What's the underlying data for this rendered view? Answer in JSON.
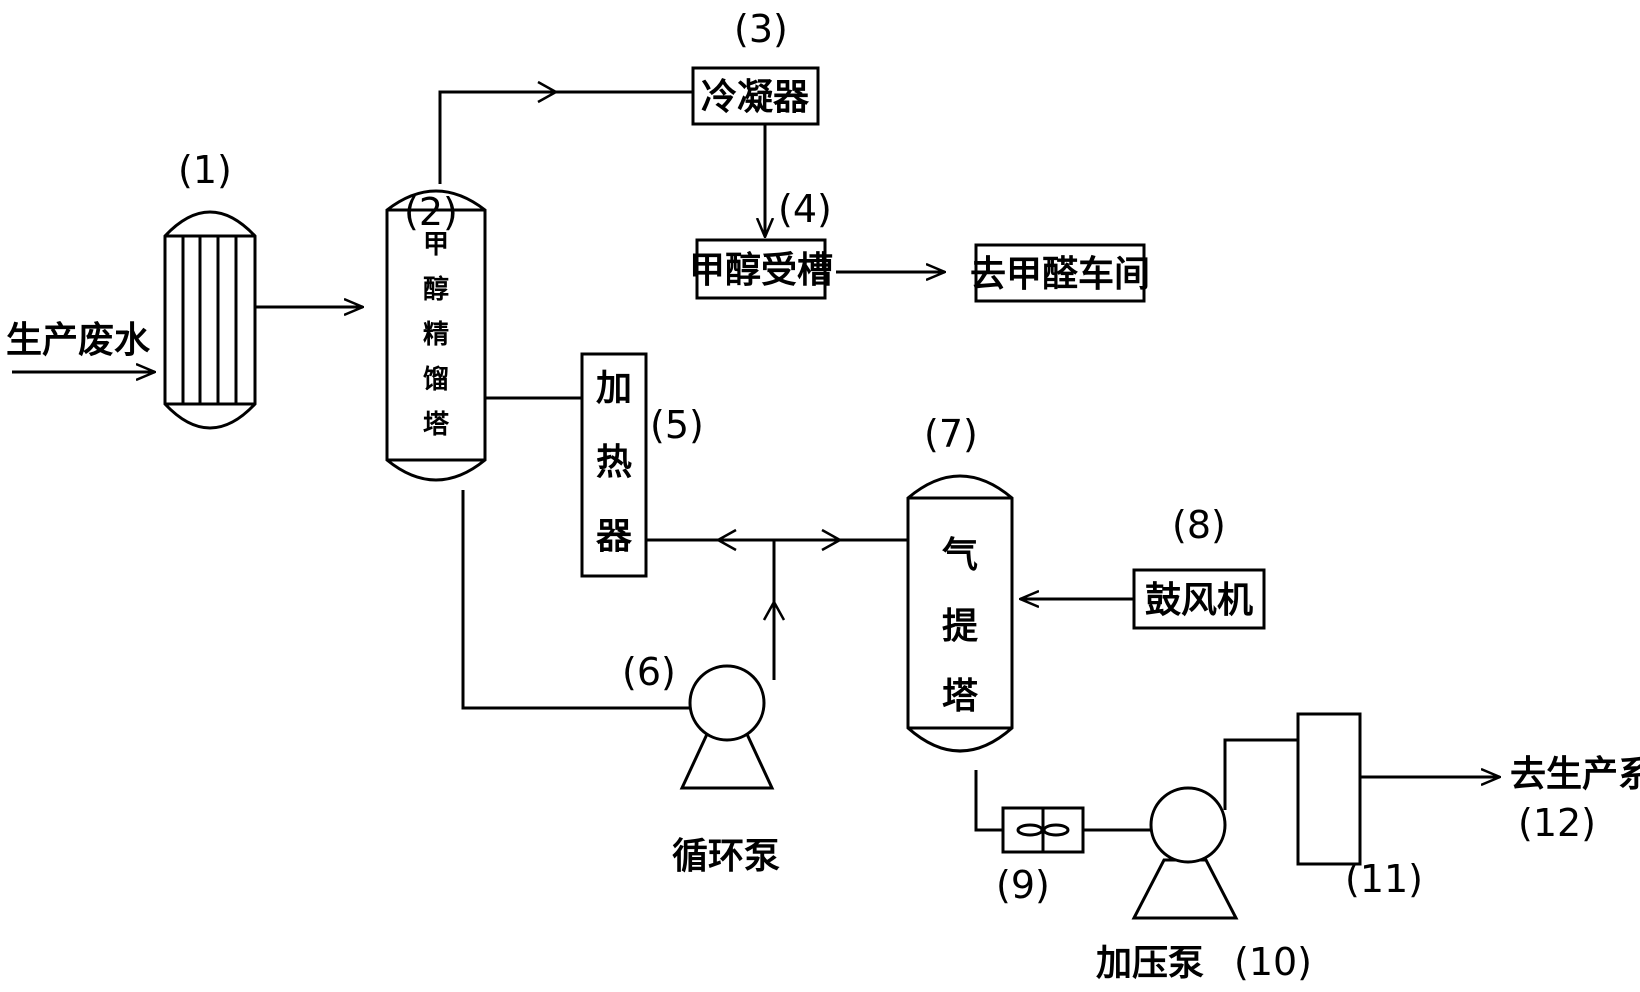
{
  "labels": {
    "n1": "(1)",
    "n2": "(2)",
    "n3": "(3)",
    "n4": "(4)",
    "n5": "(5)",
    "n6": "(6)",
    "n7": "(7)",
    "n8": "(8)",
    "n9": "(9)",
    "n10": "(10)",
    "n11": "(11)",
    "n12": "(12)"
  },
  "text": {
    "wastewater_inlet": "生产废水",
    "condenser": "冷凝器",
    "methanol_tank": "甲醇受槽",
    "to_formaldehyde": "去甲醛车间",
    "tower_chars": [
      "甲",
      "醇",
      "精",
      "馏",
      "塔"
    ],
    "heater_chars": [
      "加",
      "热",
      "器"
    ],
    "stripper_chars": [
      "气",
      "提",
      "塔"
    ],
    "blower": "鼓风机",
    "circulation_pump": "循环泵",
    "booster_pump": "加压泵",
    "to_production": "去生产系统"
  }
}
